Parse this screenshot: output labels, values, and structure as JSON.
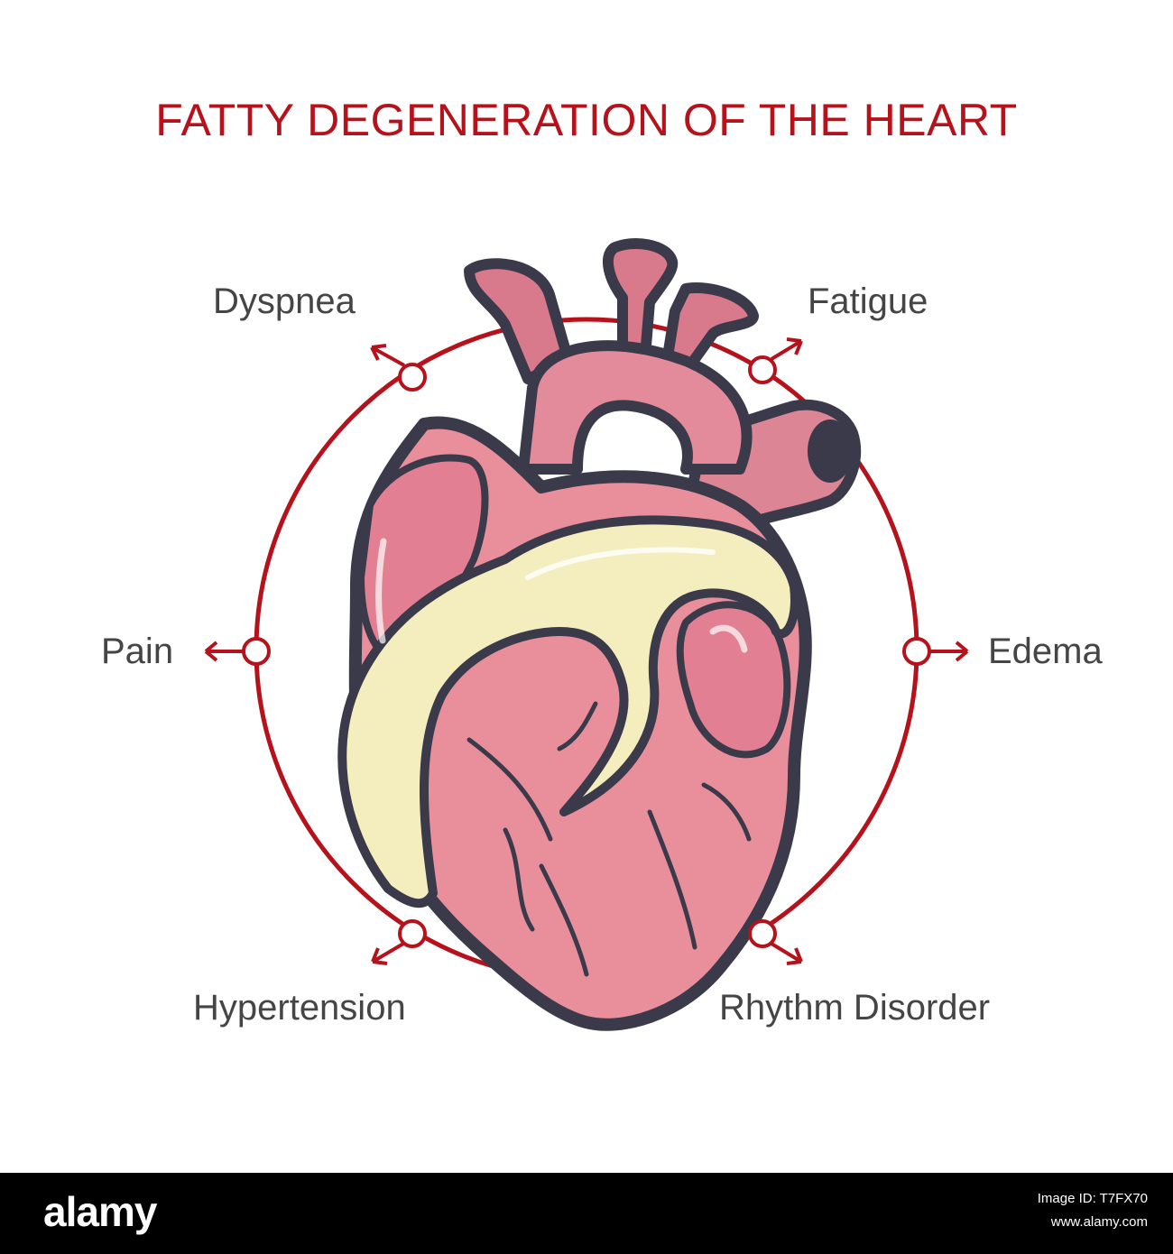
{
  "title": "FATTY DEGENERATION OF THE HEART",
  "colors": {
    "accent": "#b5121b",
    "label_text": "#454545",
    "heart_pink": "#e98f9c",
    "heart_dark": "#3a3a4a",
    "fat_yellow": "#f4edbe"
  },
  "symptoms": {
    "top_left": "Dyspnea",
    "top_right": "Fatigue",
    "middle_left": "Pain",
    "middle_right": "Edema",
    "bottom_left": "Hypertension",
    "bottom_right": "Rhythm Disorder"
  },
  "footer": {
    "logo": "alamy",
    "image_id_label": "Image ID: T7FX70",
    "site": "www.alamy.com"
  }
}
